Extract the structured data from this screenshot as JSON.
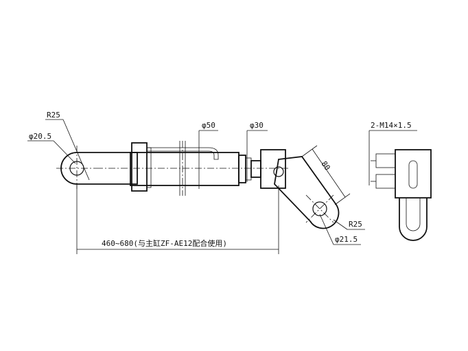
{
  "labels": {
    "r25_left": "R25",
    "dia_left": "φ20.5",
    "dia_50": "φ50",
    "dia_30": "φ30",
    "dim_80": "80",
    "r25_right": "R25",
    "dia_right": "φ21.5",
    "length": "460~680(与主缸ZF-AE12配合使用)",
    "thread": "2-M14×1.5"
  }
}
